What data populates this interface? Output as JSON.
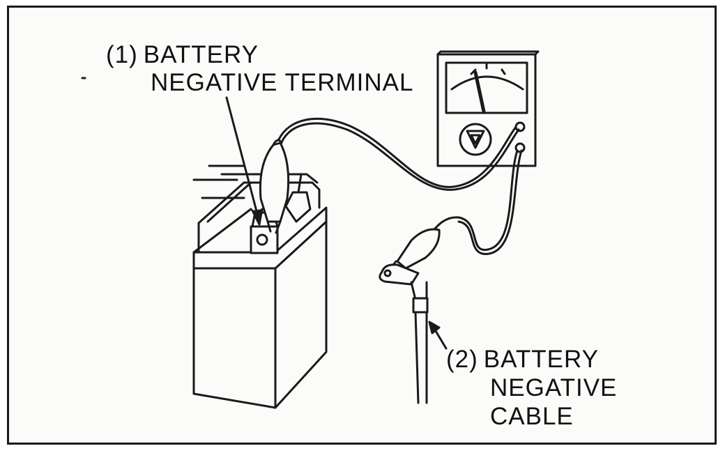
{
  "labels": {
    "terminal": {
      "number": "(1)",
      "line1": "BATTERY",
      "line2": "NEGATIVE TERMINAL"
    },
    "cable": {
      "number": "(2)",
      "line1": "BATTERY",
      "line2": "NEGATIVE",
      "line3": "CABLE"
    }
  },
  "icons": {
    "meter": "voltmeter-icon",
    "meter_symbol": "voltage-triangle-symbol"
  },
  "colors": {
    "ink": "#1a1a1a",
    "paper": "#fbfbf9"
  }
}
